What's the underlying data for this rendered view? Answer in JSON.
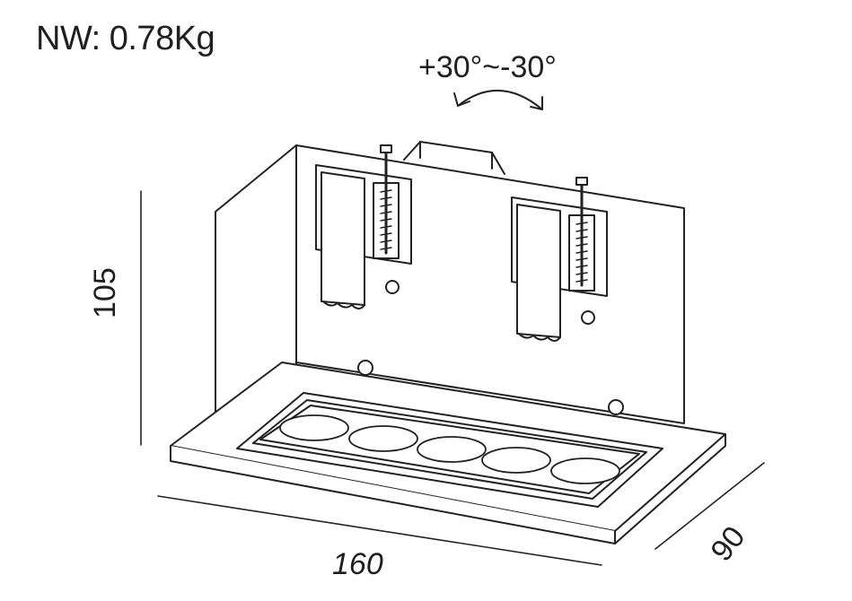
{
  "net_weight": "NW: 0.78Kg",
  "tilt_range": "+30°~-30°",
  "dimensions": {
    "height": "105",
    "length": "160",
    "depth": "90"
  }
}
